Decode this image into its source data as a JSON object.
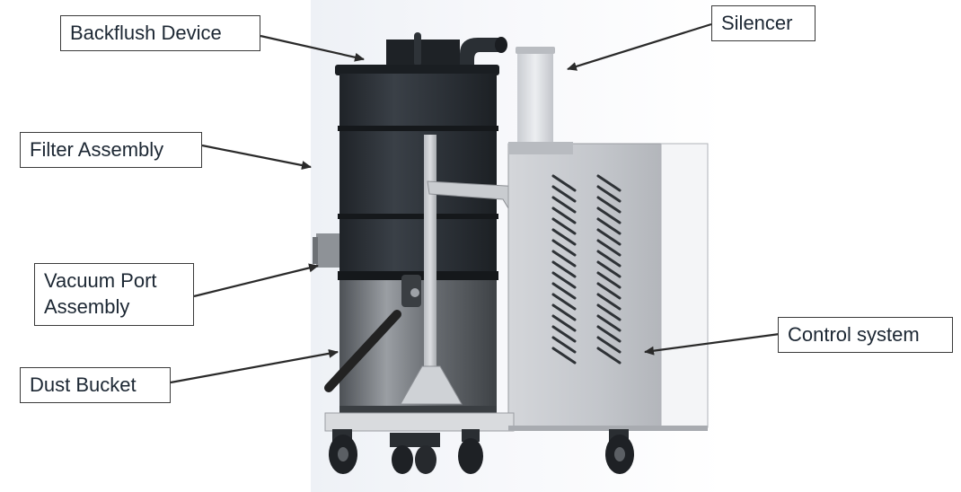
{
  "labels": {
    "backflush": "Backflush Device",
    "filter": "Filter Assembly",
    "vacuum_port_line1": "Vacuum Port",
    "vacuum_port_line2": "Assembly",
    "dust_bucket": "Dust Bucket",
    "silencer": "Silencer",
    "control": "Control system"
  },
  "colors": {
    "label_text": "#1c2733",
    "label_border": "#3a3a3a",
    "arrow": "#2a2a2a",
    "filter_body": "#2b3036",
    "bucket": "#6f7378",
    "cabinet": "#c7cacf",
    "silencer": "#dfe2e6"
  },
  "icons": {
    "arrow": "arrow-pointer-icon",
    "wheel": "caster-wheel-icon"
  }
}
